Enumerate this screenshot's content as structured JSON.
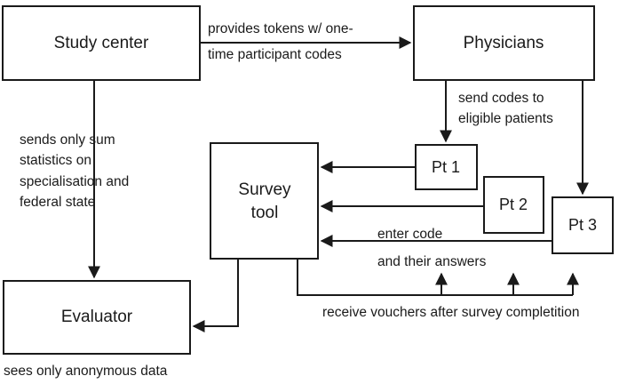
{
  "diagram": {
    "title": "Study data flow with survey tool",
    "background_color": "#ffffff",
    "stroke_color": "#1a1a1a",
    "text_color": "#1a1a1a",
    "nodes": {
      "study_center": {
        "label": "Study center"
      },
      "physicians": {
        "label": "Physicians"
      },
      "survey_tool": {
        "label_line1": "Survey",
        "label_line2": "tool"
      },
      "evaluator": {
        "label": "Evaluator"
      },
      "pt1": {
        "label": "Pt 1"
      },
      "pt2": {
        "label": "Pt 2"
      },
      "pt3": {
        "label": "Pt 3"
      }
    },
    "edge_labels": {
      "tokens_line1": "provides tokens w/ one-",
      "tokens_line2": "time participant codes",
      "send_codes_line1": "send codes to",
      "send_codes_line2": "eligible patients",
      "sum_stats_line1": "sends only sum",
      "sum_stats_line2": "statistics on",
      "sum_stats_line3": "specialisation and",
      "sum_stats_line4": "federal state",
      "enter_code_line1": "enter code",
      "enter_code_line2": "and their answers",
      "vouchers": "receive vouchers after survey completition",
      "anonymous": "sees only anonymous data"
    }
  }
}
